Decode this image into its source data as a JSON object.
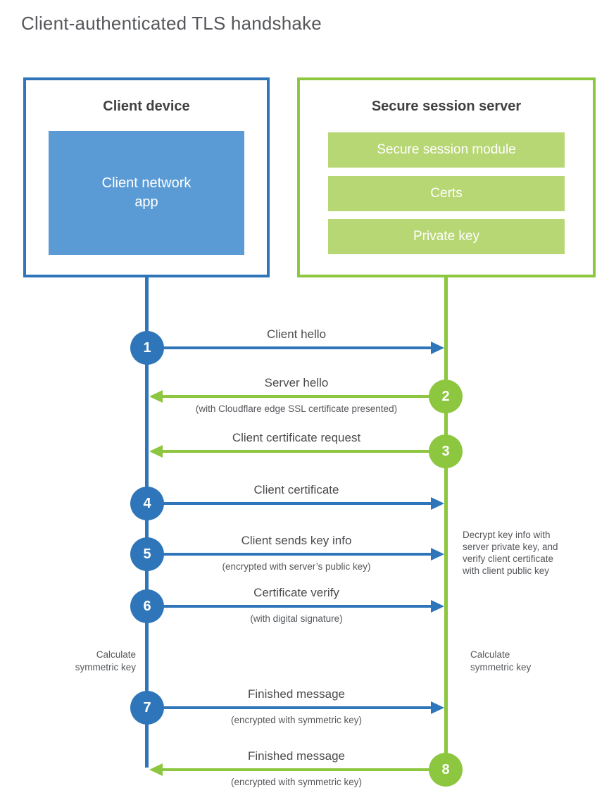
{
  "title": "Client-authenticated TLS handshake",
  "client": {
    "heading": "Client device",
    "app_box": "Client network\napp"
  },
  "server": {
    "heading": "Secure session server",
    "modules": [
      "Secure session module",
      "Certs",
      "Private key"
    ]
  },
  "steps": [
    {
      "num": "1",
      "actor": "client",
      "direction": "right",
      "label": "Client hello",
      "sub": ""
    },
    {
      "num": "2",
      "actor": "server",
      "direction": "left",
      "label": "Server hello",
      "sub": "(with Cloudflare edge SSL certificate presented)"
    },
    {
      "num": "3",
      "actor": "server",
      "direction": "left",
      "label": "Client certificate request",
      "sub": ""
    },
    {
      "num": "4",
      "actor": "client",
      "direction": "right",
      "label": "Client certificate",
      "sub": ""
    },
    {
      "num": "5",
      "actor": "client",
      "direction": "right",
      "label": "Client sends key info",
      "sub": "(encrypted with server’s public key)"
    },
    {
      "num": "6",
      "actor": "client",
      "direction": "right",
      "label": "Certificate verify",
      "sub": "(with digital signature)"
    },
    {
      "num": "7",
      "actor": "client",
      "direction": "right",
      "label": "Finished message",
      "sub": "(encrypted with symmetric key)"
    },
    {
      "num": "8",
      "actor": "server",
      "direction": "left",
      "label": "Finished message",
      "sub": "(encrypted with symmetric key)"
    }
  ],
  "annotations": {
    "decrypt_note": "Decrypt key info with\nserver private key, and\nverify client certificate\nwith client public key",
    "calc_left": "Calculate\nsymmetric key",
    "calc_right": "Calculate\nsymmetric key"
  },
  "colors": {
    "blue": "#2e76b9",
    "blue_fill": "#5b9bd5",
    "green": "#8dc63f",
    "green_fill": "#b7d674"
  }
}
